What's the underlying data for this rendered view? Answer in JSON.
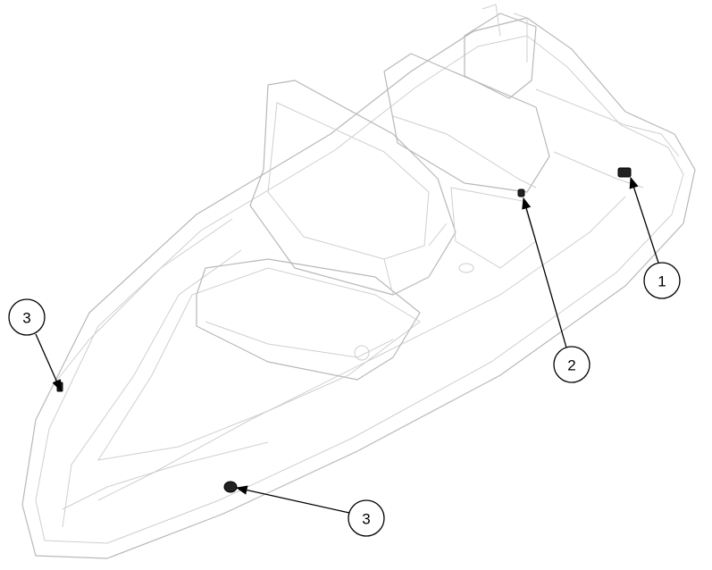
{
  "diagram": {
    "subject": "boat",
    "callouts": [
      {
        "label": "1"
      },
      {
        "label": "2"
      },
      {
        "label": "3"
      },
      {
        "label": "3"
      }
    ]
  }
}
